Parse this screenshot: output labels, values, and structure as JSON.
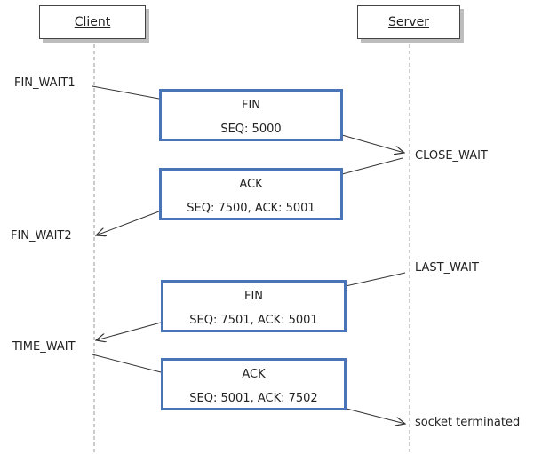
{
  "actors": {
    "client": "Client",
    "server": "Server"
  },
  "client_states": {
    "fin_wait1": "FIN_WAIT1",
    "fin_wait2": "FIN_WAIT2",
    "time_wait": "TIME_WAIT"
  },
  "server_states": {
    "close_wait": "CLOSE_WAIT",
    "last_wait": "LAST_WAIT",
    "socket_terminated": "socket terminated"
  },
  "messages": [
    {
      "name": "FIN",
      "detail": "SEQ: 5000",
      "direction": "client-to-server"
    },
    {
      "name": "ACK",
      "detail": "SEQ: 7500,  ACK: 5001",
      "direction": "server-to-client"
    },
    {
      "name": "FIN",
      "detail": "SEQ: 7501, ACK: 5001",
      "direction": "server-to-client"
    },
    {
      "name": "ACK",
      "detail": "SEQ: 5001,  ACK: 7502",
      "direction": "client-to-server"
    }
  ],
  "colors": {
    "message_border": "#4a74b8",
    "arrow": "#333333",
    "lifeline": "#9a9a9a"
  }
}
